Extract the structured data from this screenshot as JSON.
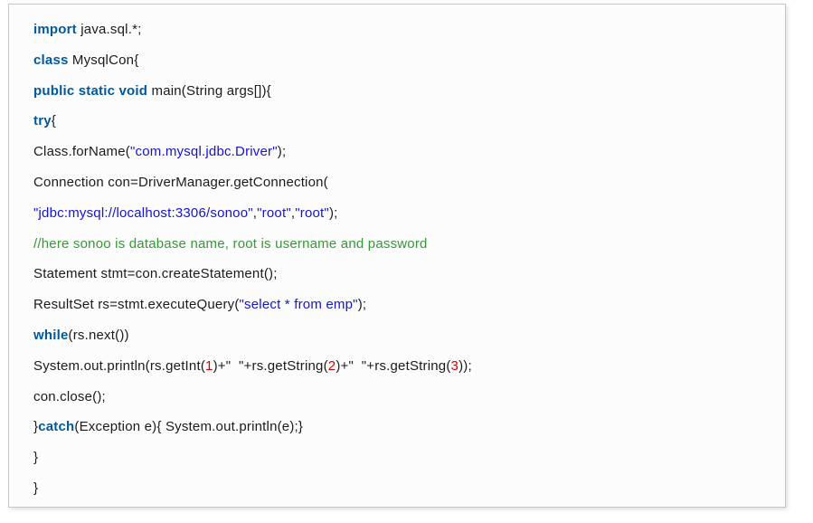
{
  "page": {
    "background": "#ffffff"
  },
  "code_block": {
    "language": "java",
    "background": "#fcfcfc",
    "border_color": "#c6c6c6",
    "colors": {
      "keyword": "#00599d",
      "string": "#1414d4",
      "comment": "#339933",
      "number": "#d40000",
      "plain": "#1b1b1b"
    },
    "lines": [
      [
        {
          "t": "import",
          "s": "keyword"
        },
        {
          "t": " java.sql.*;",
          "s": "plain"
        }
      ],
      [
        {
          "t": "class",
          "s": "keyword"
        },
        {
          "t": " MysqlCon{",
          "s": "plain"
        }
      ],
      [
        {
          "t": "public static void",
          "s": "keyword"
        },
        {
          "t": " main(String args[]){",
          "s": "plain"
        }
      ],
      [
        {
          "t": "try",
          "s": "keyword"
        },
        {
          "t": "{",
          "s": "plain"
        }
      ],
      [
        {
          "t": "Class.forName(",
          "s": "plain"
        },
        {
          "t": "\"com.mysql.jdbc.Driver\"",
          "s": "string"
        },
        {
          "t": ");",
          "s": "plain"
        }
      ],
      [
        {
          "t": "Connection con=DriverManager.getConnection(",
          "s": "plain"
        }
      ],
      [
        {
          "t": "\"jdbc:mysql://localhost:3306/sonoo\"",
          "s": "string"
        },
        {
          "t": ",",
          "s": "plain"
        },
        {
          "t": "\"root\"",
          "s": "string"
        },
        {
          "t": ",",
          "s": "plain"
        },
        {
          "t": "\"root\"",
          "s": "string"
        },
        {
          "t": ");",
          "s": "plain"
        }
      ],
      [
        {
          "t": "//here sonoo is database name, root is username and password",
          "s": "comment"
        }
      ],
      [
        {
          "t": "Statement stmt=con.createStatement();",
          "s": "plain"
        }
      ],
      [
        {
          "t": "ResultSet rs=stmt.executeQuery(",
          "s": "plain"
        },
        {
          "t": "\"select * from emp\"",
          "s": "string"
        },
        {
          "t": ");",
          "s": "plain"
        }
      ],
      [
        {
          "t": "while",
          "s": "keyword"
        },
        {
          "t": "(rs.next())",
          "s": "plain"
        }
      ],
      [
        {
          "t": "System.out.println(rs.getInt(",
          "s": "plain"
        },
        {
          "t": "1",
          "s": "number"
        },
        {
          "t": ")+\"  \"+rs.getString(",
          "s": "plain"
        },
        {
          "t": "2",
          "s": "number"
        },
        {
          "t": ")+\"  \"+rs.getString(",
          "s": "plain"
        },
        {
          "t": "3",
          "s": "number"
        },
        {
          "t": "));",
          "s": "plain"
        }
      ],
      [
        {
          "t": "con.close();",
          "s": "plain"
        }
      ],
      [
        {
          "t": "}",
          "s": "plain"
        },
        {
          "t": "catch",
          "s": "keyword"
        },
        {
          "t": "(Exception e){ System.out.println(e);}",
          "s": "plain"
        }
      ],
      [
        {
          "t": "}",
          "s": "plain"
        }
      ],
      [
        {
          "t": "}",
          "s": "plain"
        }
      ]
    ]
  }
}
